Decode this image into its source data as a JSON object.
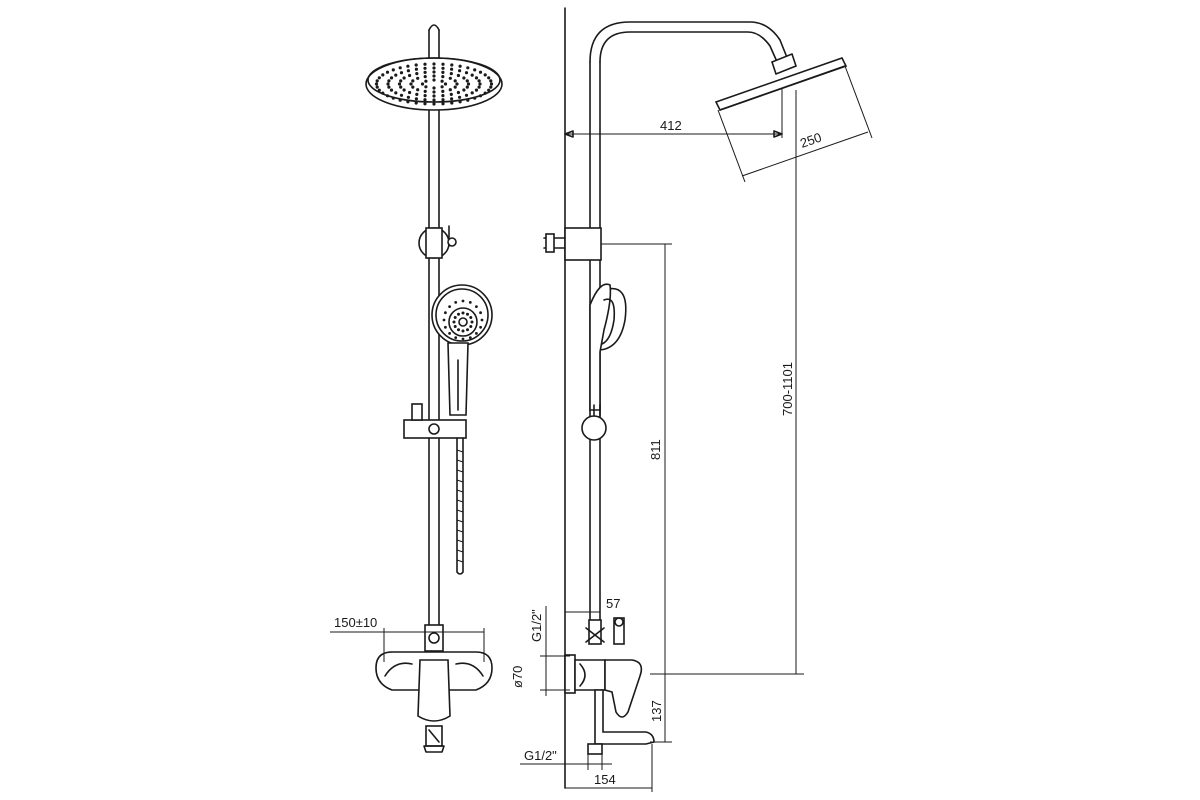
{
  "dimensions": {
    "tap_spacing": "150±10",
    "arm_reach": "412",
    "head_diameter": "250",
    "height_range": "700-1101",
    "slide_height": "811",
    "wall_offset": "57",
    "inlet_upper": "G1/2\"",
    "escutcheon": "ø70",
    "spout_height": "137",
    "inlet_lower": "G1/2\"",
    "spout_reach": "154"
  },
  "colors": {
    "line": "#1a1a1a",
    "background": "#ffffff"
  }
}
